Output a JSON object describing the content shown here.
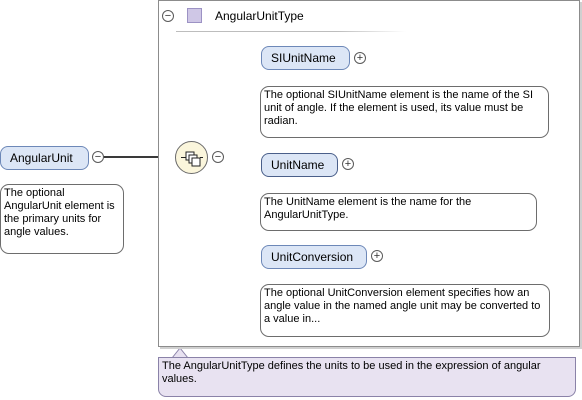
{
  "type": {
    "title": "AngularUnitType",
    "documentation": "The AngularUnitType defines the units to be used in the expression of angular values."
  },
  "root": {
    "name": "AngularUnit",
    "documentation": "The optional AngularUnit element is the primary units for angle values."
  },
  "sequence_icon": "sequence-compositor-icon",
  "children": [
    {
      "name": "SIUnitName",
      "documentation": "The optional SIUnitName element is the name of the SI unit of angle. If the element is used, its value must be radian."
    },
    {
      "name": "UnitName",
      "documentation": "The UnitName element is the name for the AngularUnitType."
    },
    {
      "name": "UnitConversion",
      "documentation": "The optional UnitConversion element specifies how an angle value in the named angle unit may be converted to a value in..."
    }
  ],
  "expand_symbol": "+",
  "collapse_symbol": "−",
  "colors": {
    "element_fill": "#dce6f6",
    "element_border": "#6d88b8",
    "type_fill": "#e8e2f1"
  }
}
